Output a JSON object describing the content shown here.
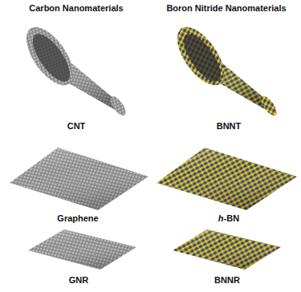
{
  "diagram": {
    "labels": [
      "Carbon Nanomaterials",
      "Boron Nitride Nanomaterials",
      "CNT",
      "BNNT",
      "Graphene",
      "h-BN",
      "GNR",
      "BNNR"
    ]
  }
}
